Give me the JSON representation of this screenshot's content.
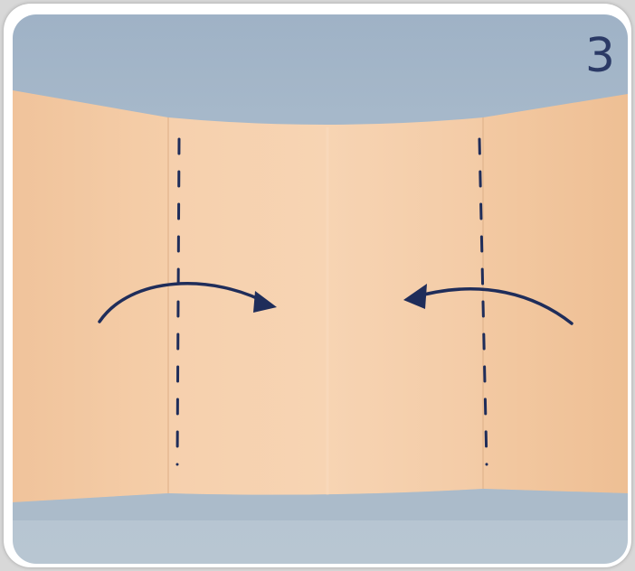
{
  "image": {
    "description_label": "origami-step-photo",
    "step_number": "3",
    "colors": {
      "paper": "#f2c9a0",
      "background": "#aebfce",
      "ink": "#1f2d5a",
      "frame": "#ffffff"
    },
    "icons": [
      "left-arrow-icon",
      "right-arrow-icon",
      "dashed-fold-line-left",
      "dashed-fold-line-right"
    ]
  }
}
